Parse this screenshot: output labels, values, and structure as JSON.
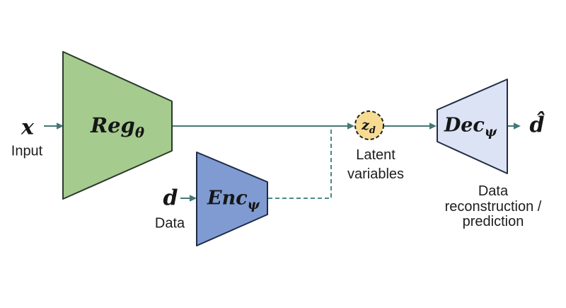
{
  "diagram": {
    "title": "regressor-encoder-decoder latent-variable architecture",
    "colors": {
      "background": "#ffffff",
      "reg_fill": "#a5cb8f",
      "reg_border": "#2b3a2c",
      "enc_fill": "#7f9bd2",
      "enc_border": "#1e2a47",
      "dec_fill": "#dce3f4",
      "dec_border": "#232c47",
      "latent_fill": "#f6dc92",
      "latent_border": "#1f1f1f",
      "solid_line": "#457775",
      "dashed_line": "#4c8886",
      "text": "#1d1d1d"
    },
    "nodes": {
      "regressor": {
        "base": "Reg",
        "sub": "θ"
      },
      "encoder": {
        "base": "Enc",
        "sub": "ψ"
      },
      "decoder": {
        "base": "Dec",
        "sub": "ψ"
      },
      "latent": {
        "base": "z",
        "sub": "d"
      }
    },
    "io": {
      "input_symbol": "x",
      "input_caption": "Input",
      "data_symbol": "d",
      "data_caption": "Data",
      "output_symbol": "d̂"
    },
    "captions": {
      "latent": [
        "Latent",
        "variables"
      ],
      "output": [
        "Data",
        "reconstruction /",
        "prediction"
      ]
    }
  }
}
